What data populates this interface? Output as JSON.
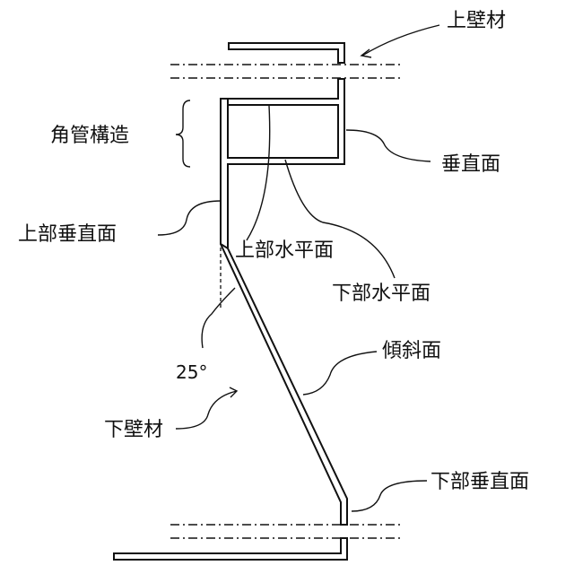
{
  "labels": {
    "upper_wall": "上壁材",
    "square_tube": "角管構造",
    "vertical_face": "垂直面",
    "upper_vertical_face": "上部垂直面",
    "upper_horizontal_face": "上部水平面",
    "lower_horizontal_face": "下部水平面",
    "angle": "25°",
    "inclined_face": "傾斜面",
    "lower_wall": "下壁材",
    "lower_vertical_face": "下部垂直面"
  }
}
